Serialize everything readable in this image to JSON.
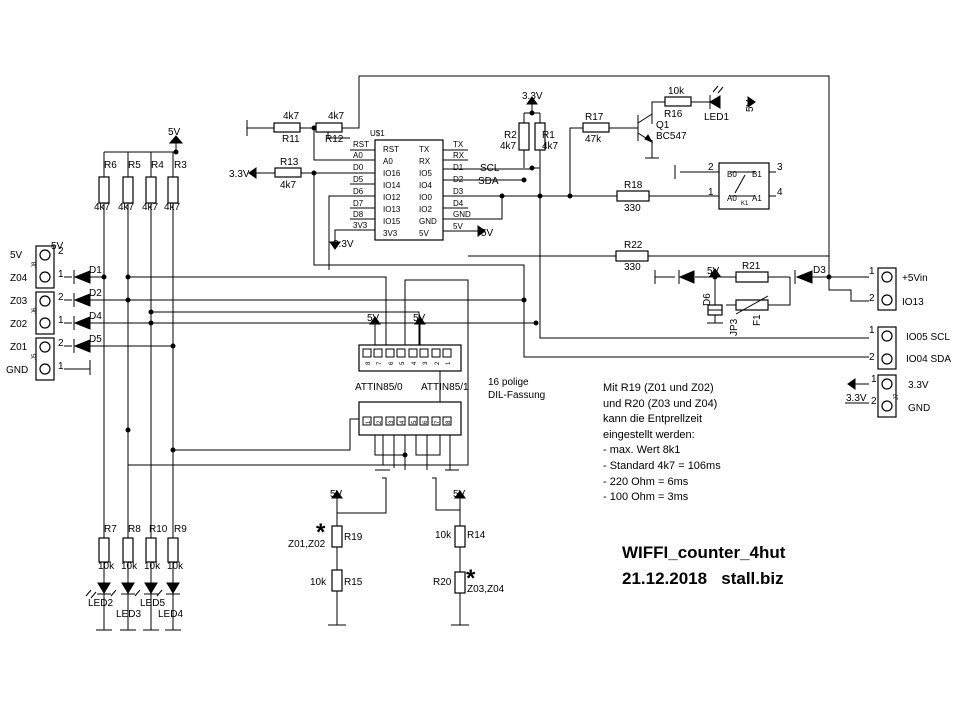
{
  "title": {
    "project": "WIFFI_counter_4hut",
    "date_site": "21.12.2018   stall.biz"
  },
  "notes": [
    "Mit R19 (Z01 und Z02)",
    "und R20 (Z03 und Z04)",
    "kann die Entprellzeit",
    "eingestellt werden:",
    "- max. Wert 8k1",
    "- Standard 4k7  = 106ms",
    "- 220 Ohm  = 6ms",
    "- 100 Ohm = 3ms"
  ],
  "rails": {
    "v5": "5V",
    "v33": "3.3V",
    "gnd": "GND"
  },
  "resistors": {
    "r1": "R1",
    "r2": "R2",
    "r3": "R3",
    "r4": "R4",
    "r5": "R5",
    "r6": "R6",
    "r7": "R7",
    "r8": "R8",
    "r9": "R9",
    "r10": "R10",
    "r11": "R11",
    "r12": "R12",
    "r13": "R13",
    "r14": "R14",
    "r15": "R15",
    "r16": "R16",
    "r17": "R17",
    "r18": "R18",
    "r19": "R19",
    "r20": "R20",
    "r21": "R21",
    "r22": "R22"
  },
  "values": {
    "v4k7": "4k7",
    "v10k": "10k",
    "v47k": "47k",
    "v330": "330"
  },
  "diodes": {
    "d1": "D1",
    "d2": "D2",
    "d3": "D3",
    "d4": "D4",
    "d5": "D5",
    "d6": "D6"
  },
  "leds": {
    "led1": "LED1",
    "led2": "LED2",
    "led3": "LED3",
    "led4": "LED4",
    "led5": "LED5"
  },
  "transistor": {
    "ref": "Q1",
    "type": "BC547"
  },
  "fuse": "F1",
  "jumper": "JP3",
  "relay": {
    "p1": "1",
    "p2": "2",
    "p3": "3",
    "p4": "4",
    "b0": "B0",
    "b1": "B1",
    "a0": "A0",
    "a1": "A1",
    "k1": "K1"
  },
  "module": {
    "ref": "U$1",
    "left": [
      "RST",
      "A0",
      "D0",
      "D5",
      "D6",
      "D7",
      "D8",
      "3V3"
    ],
    "in_left": [
      "RST",
      "A0",
      "IO16",
      "IO14",
      "IO12",
      "IO13",
      "IO15",
      "3V3"
    ],
    "in_right": [
      "TX",
      "RX",
      "IO5",
      "IO4",
      "IO0",
      "IO2",
      "GND",
      "5V"
    ],
    "right": [
      "TX",
      "RX",
      "D1",
      "D2",
      "D3",
      "D4",
      "GND",
      "5V"
    ]
  },
  "nets": {
    "scl": "SCL",
    "sda": "SDA"
  },
  "connectors": {
    "z04": "Z04",
    "z03": "Z03",
    "z02": "Z02",
    "z01": "Z01",
    "vin": "+5Vin",
    "io13": "IO13",
    "io05": "IO05 SCL",
    "io04": "IO04 SDA",
    "j6": "J6",
    "j5": "J5",
    "j8": "J8",
    "j7": "J7"
  },
  "pin_numbers": {
    "p1": "1",
    "p2": "2",
    "p3": "3",
    "p4": "4",
    "p5": "5",
    "p6": "6",
    "p7": "7",
    "p8": "8"
  },
  "socket": {
    "top": "ATTIN85/0",
    "top2": "ATTIN85/1",
    "desc1": "16 polige",
    "desc2": "DIL-Fassung"
  },
  "jumpers": {
    "z01z02": "Z01,Z02",
    "z03z04": "Z03,Z04",
    "star": "*"
  }
}
